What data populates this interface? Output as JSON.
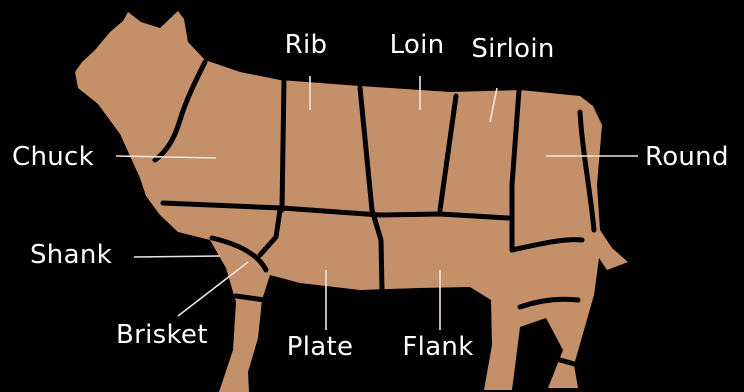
{
  "colors": {
    "background": "#000000",
    "body": "#C4906A",
    "divider": "#000000",
    "label": "#FFFFFF",
    "leader": "#F2E6DC"
  },
  "labels": {
    "rib": "Rib",
    "loin": "Loin",
    "sirloin": "Sirloin",
    "chuck": "Chuck",
    "round": "Round",
    "shank": "Shank",
    "brisket": "Brisket",
    "plate": "Plate",
    "flank": "Flank"
  }
}
